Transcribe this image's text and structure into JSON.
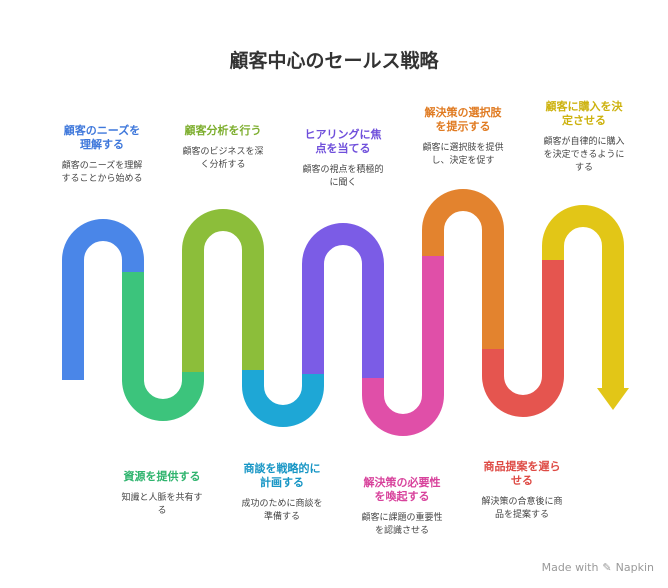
{
  "title": "顧客中心のセールス戦略",
  "colors": {
    "blue": "#4A86E8",
    "green": "#3CC47C",
    "lime": "#8CBE3A",
    "cyan": "#1EA7D6",
    "purple": "#7B5CE6",
    "pink": "#E04FA8",
    "orange": "#E3832E",
    "red": "#E5554F",
    "yellow": "#E2C617"
  },
  "steps": [
    {
      "title": "顧客のニーズを\n理解する",
      "desc": "顧客のニーズを理解\nすることから始める",
      "color": "#3F78DB"
    },
    {
      "title": "資源を提供する",
      "desc": "知識と人脈を共有す\nる",
      "color": "#2FB46E"
    },
    {
      "title": "顧客分析を行う",
      "desc": "顧客のビジネスを深\nく分析する",
      "color": "#7DAE2E"
    },
    {
      "title": "商談を戦略的に\n計画する",
      "desc": "成功のために商談を\n準備する",
      "color": "#1896C5"
    },
    {
      "title": "ヒアリングに焦\n点を当てる",
      "desc": "顧客の視点を積極的\nに聞く",
      "color": "#6F4FDB"
    },
    {
      "title": "解決策の必要性\nを喚起する",
      "desc": "顧客に課題の重要性\nを認識させる",
      "color": "#D8439C"
    },
    {
      "title": "解決策の選択肢\nを提示する",
      "desc": "顧客に選択肢を提供\nし、決定を促す",
      "color": "#E07B22"
    },
    {
      "title": "商品提案を遅ら\nせる",
      "desc": "解決策の合意後に商\n品を提案する",
      "color": "#DE4B45"
    },
    {
      "title": "顧客に購入を決\n定させる",
      "desc": "顧客が自律的に購入\nを決定できるように\nする",
      "color": "#CDB20E"
    }
  ],
  "footer": {
    "text": "Made with",
    "brand": "Napkin"
  }
}
